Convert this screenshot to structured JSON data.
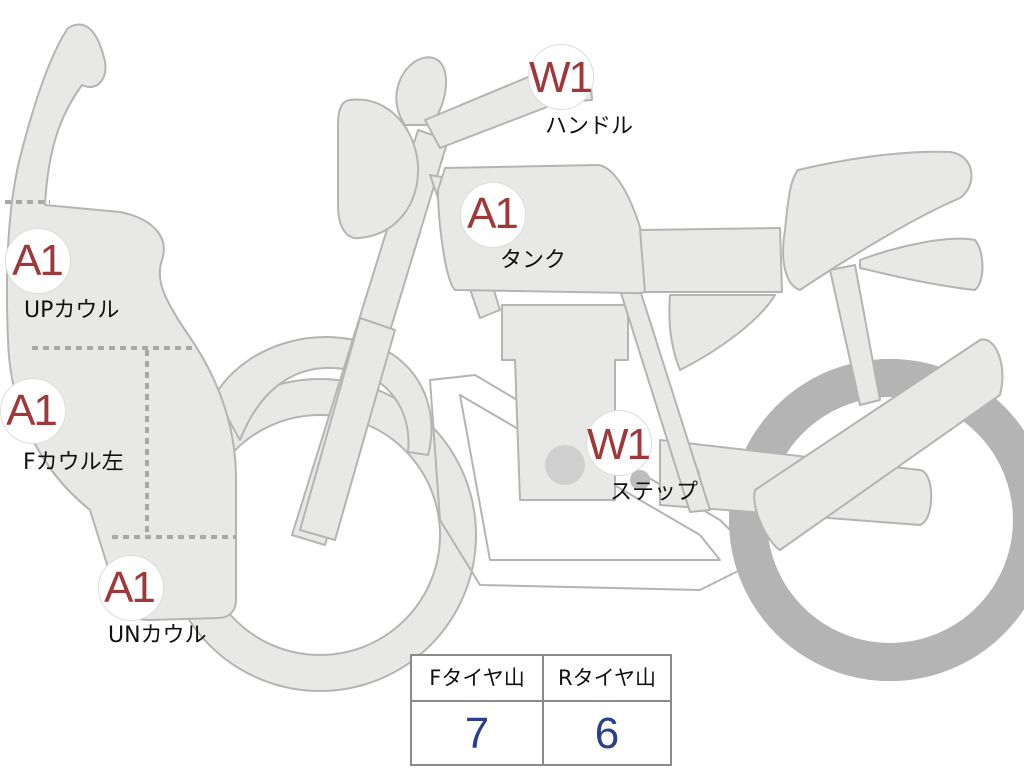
{
  "markers": [
    {
      "id": "up-cowl",
      "code": "A1",
      "label": "UPカウル"
    },
    {
      "id": "f-cowl-left",
      "code": "A1",
      "label": "Fカウル左"
    },
    {
      "id": "un-cowl",
      "code": "A1",
      "label": "UNカウル"
    },
    {
      "id": "tank",
      "code": "A1",
      "label": "タンク"
    },
    {
      "id": "handle",
      "code": "W1",
      "label": "ハンドル"
    },
    {
      "id": "step",
      "code": "W1",
      "label": "ステップ"
    }
  ],
  "tire_table": {
    "front": {
      "header": "Fタイヤ山",
      "value": "7"
    },
    "rear": {
      "header": "Rタイヤ山",
      "value": "6"
    }
  },
  "colors": {
    "body_fill": "#e8e8e6",
    "outline": "#b4b4b4",
    "code_text": "#a0373a",
    "value_text": "#2b3f8a"
  }
}
